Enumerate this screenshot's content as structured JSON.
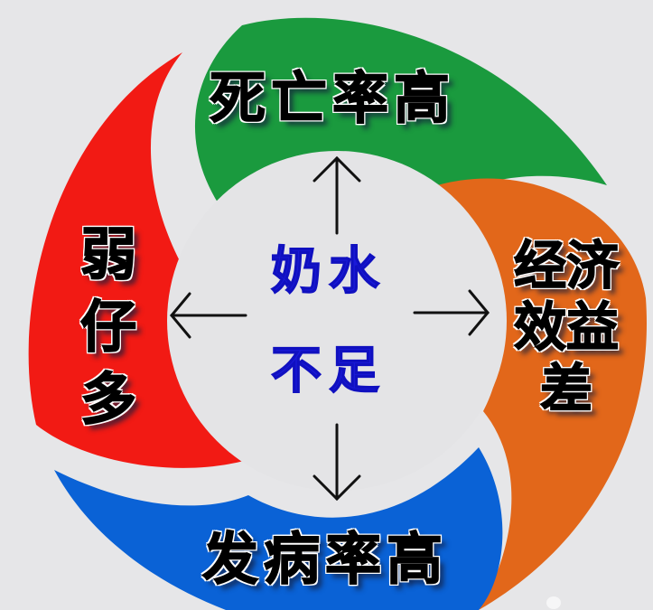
{
  "diagram": {
    "type": "cause-effect-cycle",
    "center": {
      "line1": "奶水",
      "line2": "不足",
      "full_text": "奶水不足",
      "text_color": "#1a1ad8",
      "fill": "#e4e4e6"
    },
    "segments": [
      {
        "position": "top",
        "label": "死亡率高",
        "color": "#1a9a3e"
      },
      {
        "position": "right",
        "label": "经济效益差",
        "label_lines": [
          "经济",
          "效益",
          "差"
        ],
        "color": "#e2671a"
      },
      {
        "position": "bottom",
        "label": "发病率高",
        "color": "#0a62d6"
      },
      {
        "position": "left",
        "label": "弱仔多",
        "label_lines": [
          "弱",
          "仔",
          "多"
        ],
        "color": "#f21a14"
      }
    ],
    "arrows": [
      {
        "direction": "up",
        "from": "center",
        "to": "top"
      },
      {
        "direction": "right",
        "from": "center",
        "to": "right"
      },
      {
        "direction": "down",
        "from": "center",
        "to": "bottom"
      },
      {
        "direction": "left",
        "from": "center",
        "to": "left"
      }
    ],
    "background": "#e6e6e8"
  }
}
